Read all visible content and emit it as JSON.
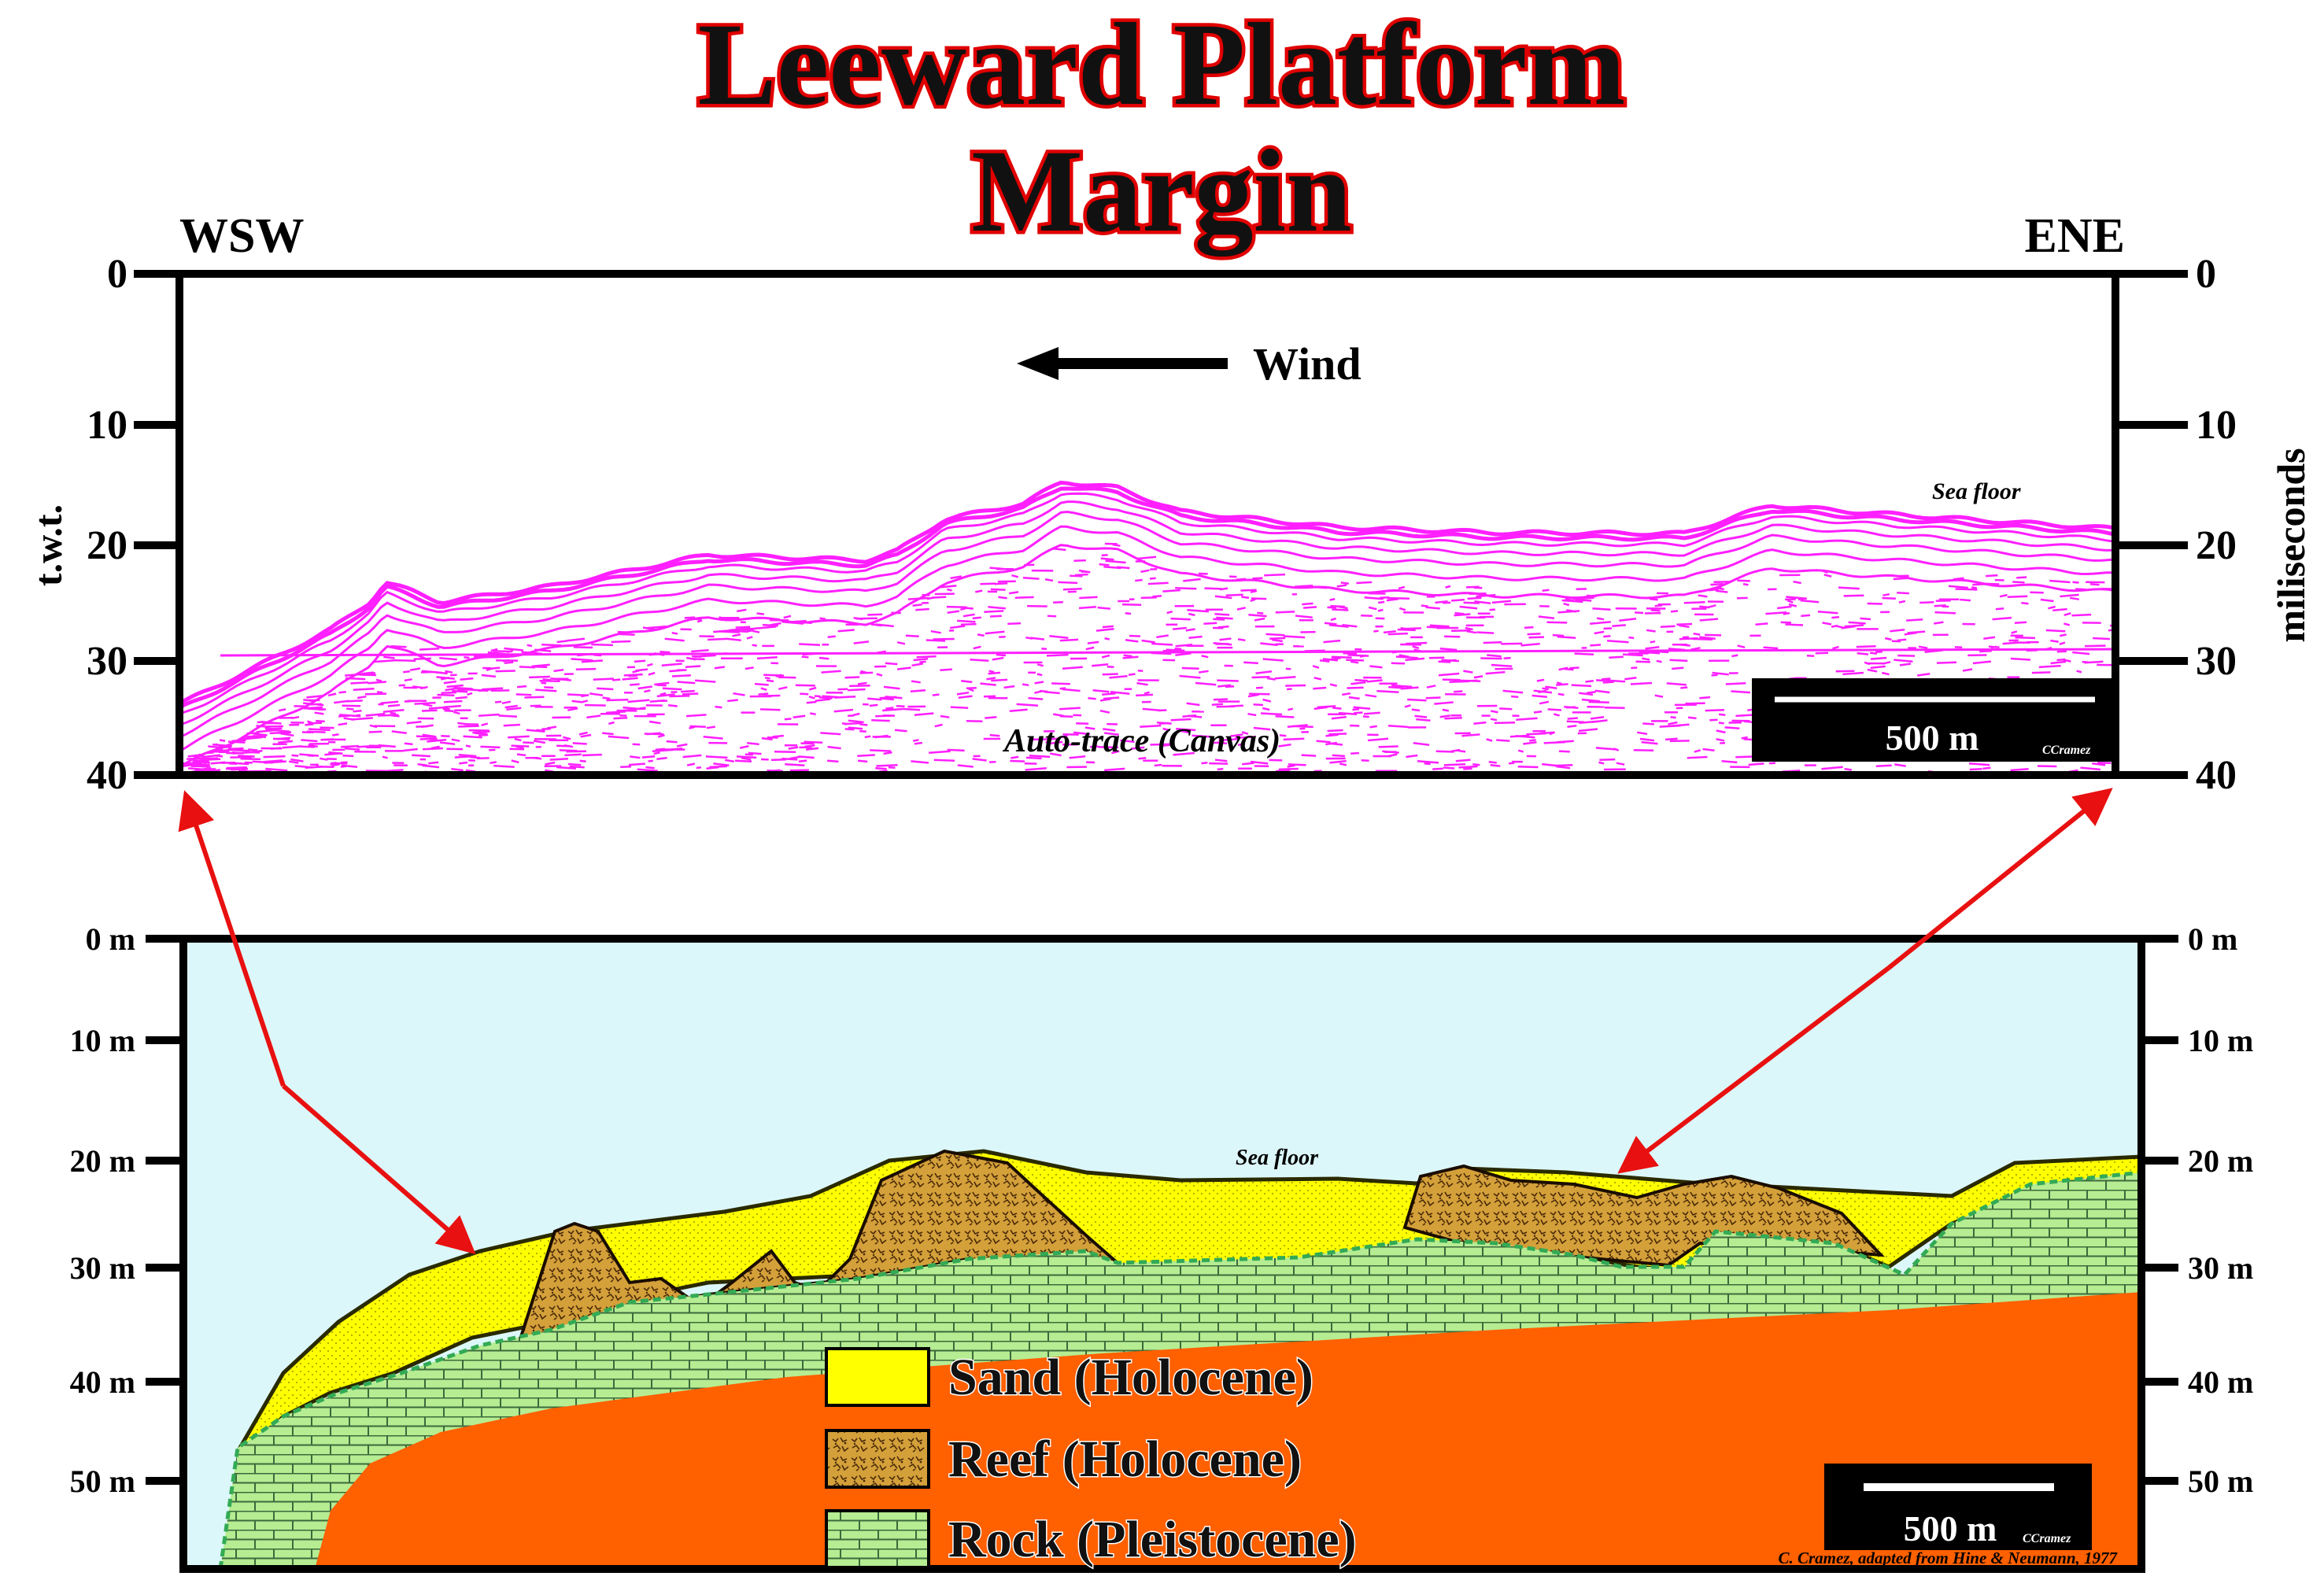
{
  "title": {
    "line1": "Leeward Platform",
    "line2": "Margin"
  },
  "directions": {
    "left": "WSW",
    "right": "ENE"
  },
  "seismic": {
    "left_axis_label": "t.w.t.",
    "right_axis_label": "miliseconds",
    "ticks": [
      "0",
      "10",
      "20",
      "30",
      "40"
    ],
    "wind_label": "Wind",
    "sea_floor_label": "Sea floor",
    "auto_trace_label": "Auto-trace (Canvas)",
    "scale_label": "500 m",
    "credit": "CCramez",
    "trace_color": "#ff1fff"
  },
  "geology": {
    "ticks": [
      "0 m",
      "10 m",
      "20 m",
      "30 m",
      "40 m",
      "50 m"
    ],
    "sea_floor_label": "Sea floor",
    "scale_label": "500 m",
    "credit": "CCramez",
    "citation": "C. Cramez, adapted from Hine & Neumann, 1977",
    "legend": [
      {
        "label": "Sand (Holocene)",
        "swatch": "sand-swatch",
        "color": "#ffff00"
      },
      {
        "label": "Reef (Holocene)",
        "swatch": "reef-swatch",
        "color": "#d8a034"
      },
      {
        "label": "Rock (Pleistocene)",
        "swatch": "rock-swatch",
        "color": "#b6ec92"
      }
    ],
    "colors": {
      "water": "#dcf7fa",
      "sand": "#ffff00",
      "reef": "#d4a03a",
      "rock": "#b6ec92",
      "basement": "#ff6000"
    }
  },
  "arrow_color": "#e81010"
}
